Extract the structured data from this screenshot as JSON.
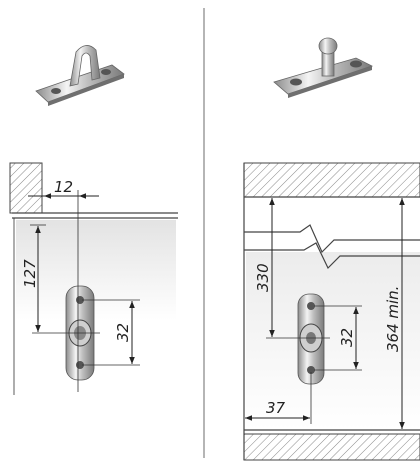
{
  "left_panel": {
    "dimensions": {
      "offset": "12",
      "height": "127",
      "hole_spacing": "32"
    }
  },
  "right_panel": {
    "dimensions": {
      "offset": "37",
      "height": "330",
      "hole_spacing": "32",
      "min_height": "364 min."
    }
  },
  "colors": {
    "divider": "#b5b5b5",
    "hatch": "#8a8a8a",
    "metal_light": "#e8e8e8",
    "metal_dark": "#8c8c8c",
    "shade": "#d9d9d9"
  }
}
